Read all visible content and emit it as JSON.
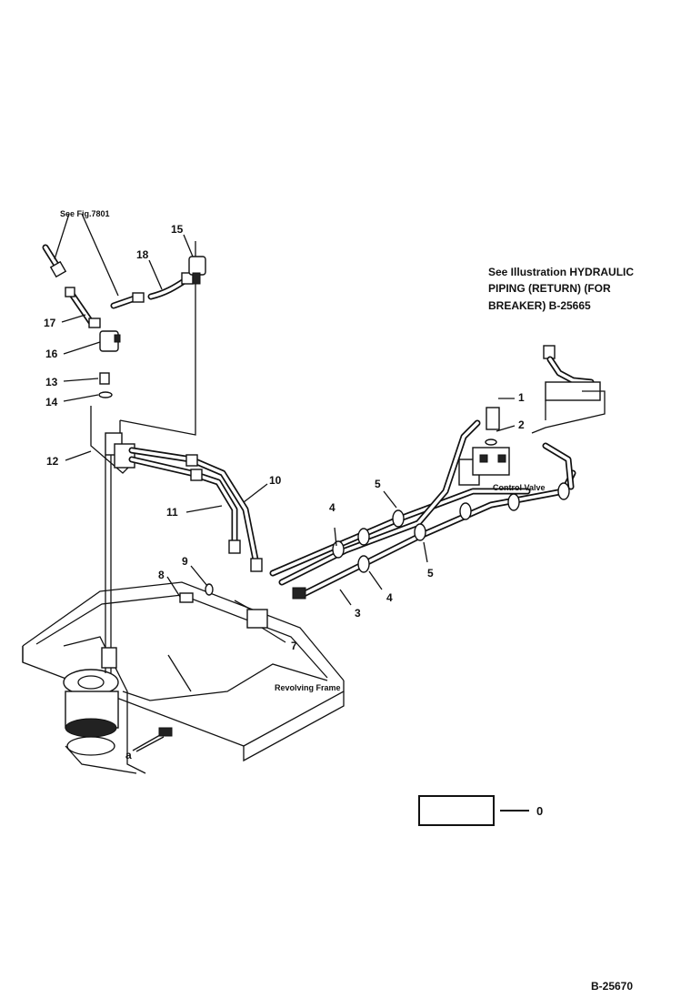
{
  "labels": {
    "see_fig": "See Fig.7801",
    "callout_line1": "See Illustration HYDRAULIC",
    "callout_line2": "PIPING (RETURN) (FOR",
    "callout_line3": "BREAKER) B-25665",
    "control_valve": "Control Valve",
    "revolving_frame": "Revolving Frame",
    "point_a": "a",
    "legend_value": "0",
    "figure_id": "B-25670"
  },
  "parts": [
    "1",
    "2",
    "3",
    "4",
    "4",
    "5",
    "5",
    "7",
    "8",
    "9",
    "10",
    "11",
    "12",
    "13",
    "14",
    "15",
    "16",
    "17",
    "18"
  ]
}
